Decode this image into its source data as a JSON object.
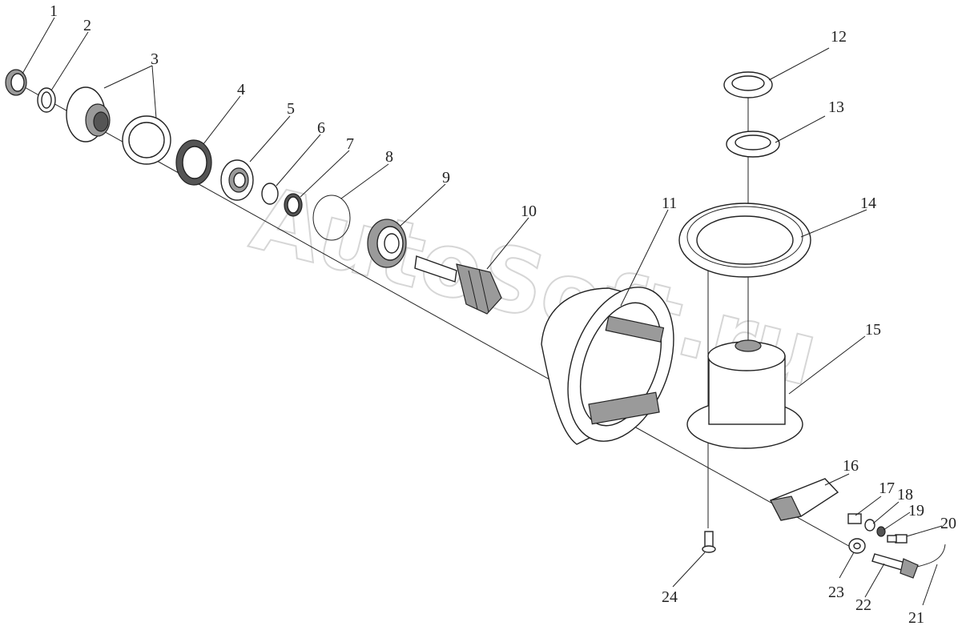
{
  "diagram": {
    "watermark": "AutoSoft.ru",
    "callouts": [
      "1",
      "2",
      "3",
      "4",
      "5",
      "6",
      "7",
      "8",
      "9",
      "10",
      "11",
      "12",
      "13",
      "14",
      "15",
      "16",
      "17",
      "18",
      "19",
      "20",
      "21",
      "22",
      "23",
      "24"
    ]
  }
}
